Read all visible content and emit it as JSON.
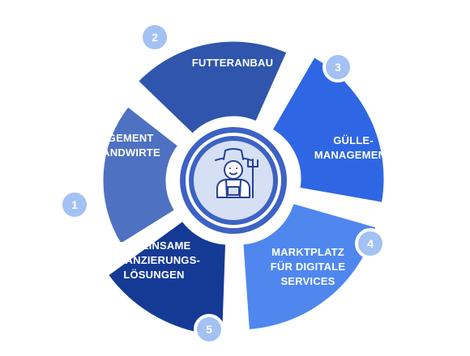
{
  "segments": [
    {
      "number": "1",
      "label": "ENGAGEMENT\nDER LANDWIRTE",
      "color": "#4e71c2"
    },
    {
      "number": "2",
      "label": "FUTTERANBAU",
      "color": "#2f55ad"
    },
    {
      "number": "3",
      "label": "GÜLLE-\nMANAGEMENT",
      "color": "#2f66e3"
    },
    {
      "number": "4",
      "label": "MARKTPLATZ\nFÜR DIGITALE\nSERVICES",
      "color": "#4f87ef"
    },
    {
      "number": "5",
      "label": "GEMEINSAME\nFINANZIERUNGS-\nLÖSUNGEN",
      "color": "#153a96"
    }
  ],
  "badge_color": "#a3c1f3",
  "center": {
    "icon": "farmer-with-pitchfork-icon",
    "ring_color": "#3d62c5",
    "circle_color": "#d6e0f4"
  }
}
